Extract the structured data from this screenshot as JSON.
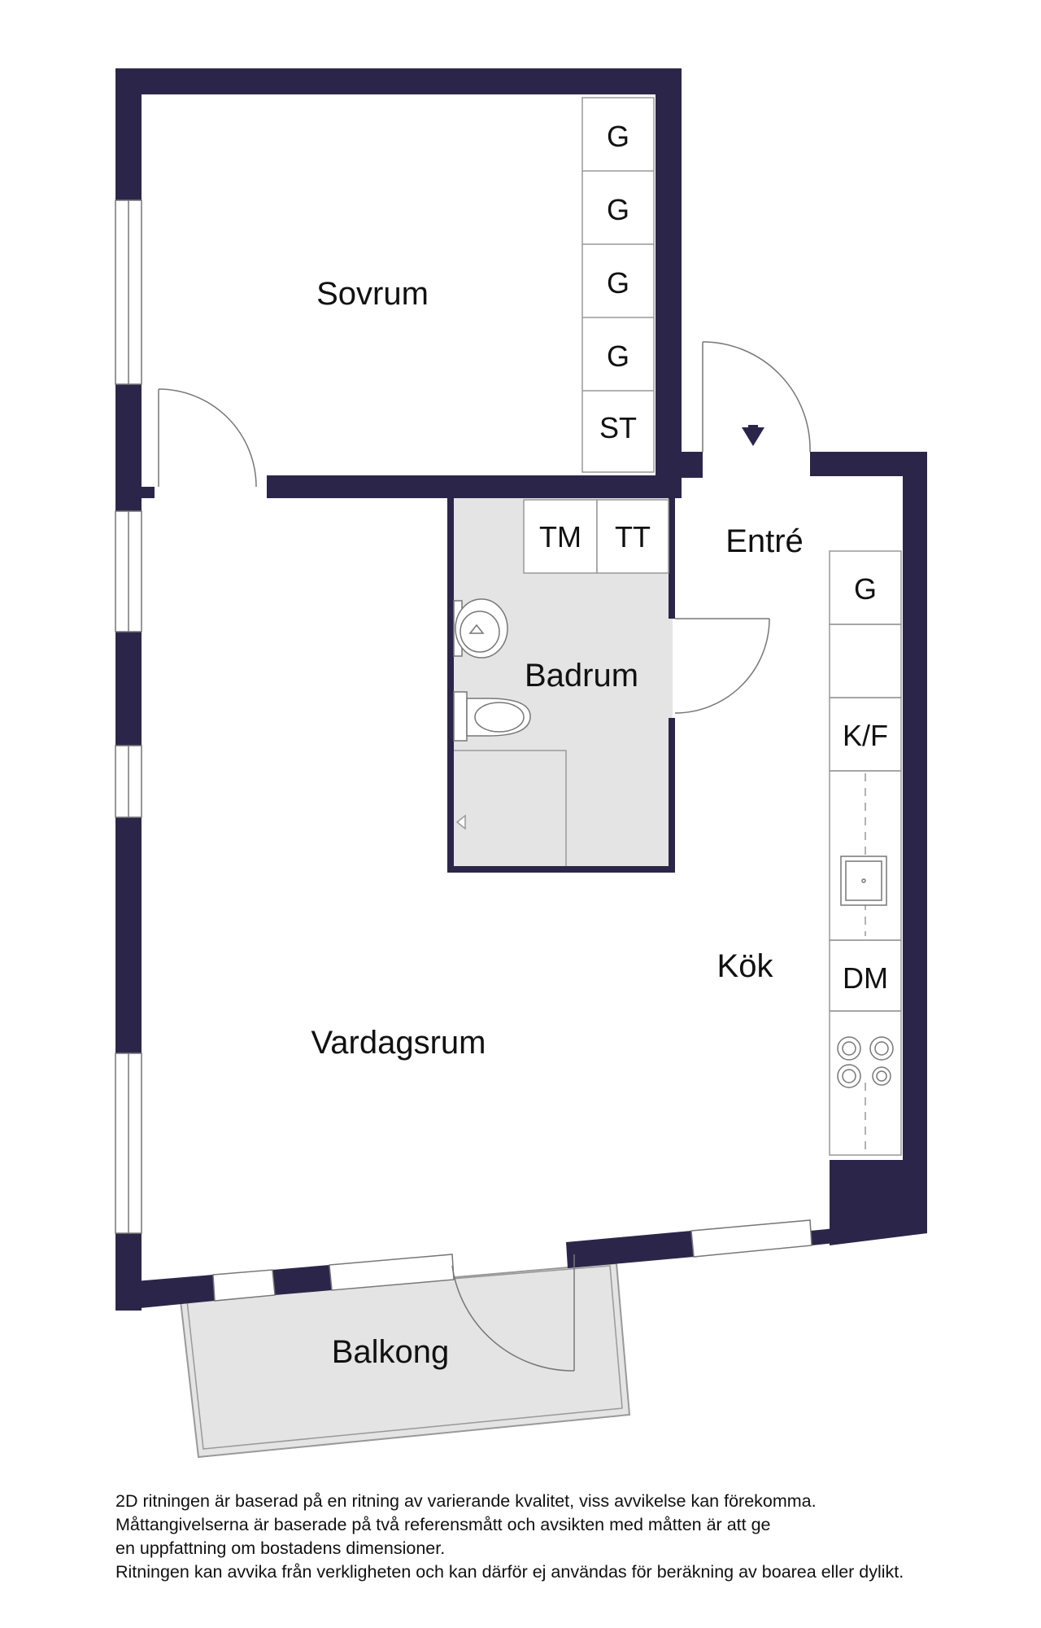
{
  "colors": {
    "wall": "#2b2649",
    "wet_floor": "#e4e4e4",
    "fixture_line": "#777777",
    "text": "#111111"
  },
  "rooms": {
    "sovrum": "Sovrum",
    "entre": "Entré",
    "badrum": "Badrum",
    "kok": "Kök",
    "vardagsrum": "Vardagsrum",
    "balkong": "Balkong"
  },
  "units": {
    "wardrobe_1": "G",
    "wardrobe_2": "G",
    "wardrobe_3": "G",
    "wardrobe_4": "G",
    "storage": "ST",
    "washer": "TM",
    "dryer": "TT",
    "hall_wardrobe": "G",
    "fridge_freezer": "K/F",
    "dishwasher": "DM"
  },
  "icons": [
    "entrance-arrow-icon",
    "sink-icon",
    "toilet-icon",
    "kitchen-sink-icon",
    "stove-icon"
  ],
  "disclaimer": {
    "line1": "2D ritningen är baserad på en ritning av varierande kvalitet, viss avvikelse kan förekomma.",
    "line2": "Måttangivelserna är baserade på två referensmått och avsikten med måtten är att ge",
    "line3": "en uppfattning om bostadens dimensioner.",
    "line4": "Ritningen kan avvika från verkligheten och kan därför ej användas för beräkning av boarea eller dylikt."
  }
}
